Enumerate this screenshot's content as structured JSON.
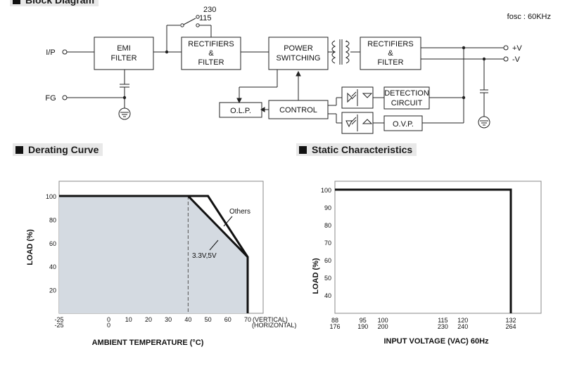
{
  "sections": {
    "block_diagram": "Block Diagram",
    "derating_curve": "Derating Curve",
    "static_characteristics": "Static Characteristics"
  },
  "block_diagram": {
    "fosc": "fosc : 60KHz",
    "input_label": "I/P",
    "fg_label": "FG",
    "switch_230": "230",
    "switch_115": "115",
    "blocks": {
      "emi_1": "EMI",
      "emi_2": "FILTER",
      "rect1_1": "RECTIFIERS",
      "rect1_2": "&",
      "rect1_3": "FILTER",
      "power_1": "POWER",
      "power_2": "SWITCHING",
      "rect2_1": "RECTIFIERS",
      "rect2_2": "&",
      "rect2_3": "FILTER",
      "detect_1": "DETECTION",
      "detect_2": "CIRCUIT",
      "olp": "O.L.P.",
      "control": "CONTROL",
      "ovp": "O.V.P."
    },
    "out_pos": "+V",
    "out_neg": "-V"
  },
  "chart_data": [
    {
      "type": "area",
      "xlabel": "AMBIENT TEMPERATURE (°C)",
      "ylabel": "LOAD (%)",
      "xlim": [
        -25,
        70
      ],
      "ylim": [
        0,
        100
      ],
      "x_ticks_vertical": [
        "-25",
        "0",
        "10",
        "20",
        "30",
        "40",
        "50",
        "60",
        "70"
      ],
      "x_ticks_horizontal": [
        "-25",
        "0"
      ],
      "x_tick_values": [
        -25,
        0,
        10,
        20,
        30,
        40,
        50,
        60,
        70
      ],
      "y_ticks": [
        20,
        40,
        60,
        80,
        100
      ],
      "vertical_note": "(VERTICAL)",
      "horizontal_note": "(HORIZONTAL)",
      "series": [
        {
          "name": "Others",
          "x": [
            -25,
            50,
            70,
            70
          ],
          "y": [
            100,
            100,
            48,
            0
          ]
        },
        {
          "name": "3.3V,5V",
          "x": [
            -25,
            40,
            70,
            70
          ],
          "y": [
            100,
            100,
            48,
            0
          ]
        }
      ],
      "dashed_x": 40
    },
    {
      "type": "line",
      "xlabel": "INPUT VOLTAGE (VAC) 60Hz",
      "ylabel": "LOAD (%)",
      "xlim": [
        88,
        132
      ],
      "ylim": [
        30,
        100
      ],
      "x_ticks": [
        "88",
        "95",
        "100",
        "115",
        "120",
        "132"
      ],
      "x_ticks_second": [
        "176",
        "190",
        "200",
        "230",
        "240",
        "264"
      ],
      "x_tick_values": [
        88,
        95,
        100,
        115,
        120,
        132
      ],
      "y_ticks": [
        40,
        50,
        60,
        70,
        80,
        90,
        100
      ],
      "series": [
        {
          "x": [
            88,
            132,
            132
          ],
          "y": [
            100,
            100,
            30
          ]
        }
      ]
    }
  ]
}
